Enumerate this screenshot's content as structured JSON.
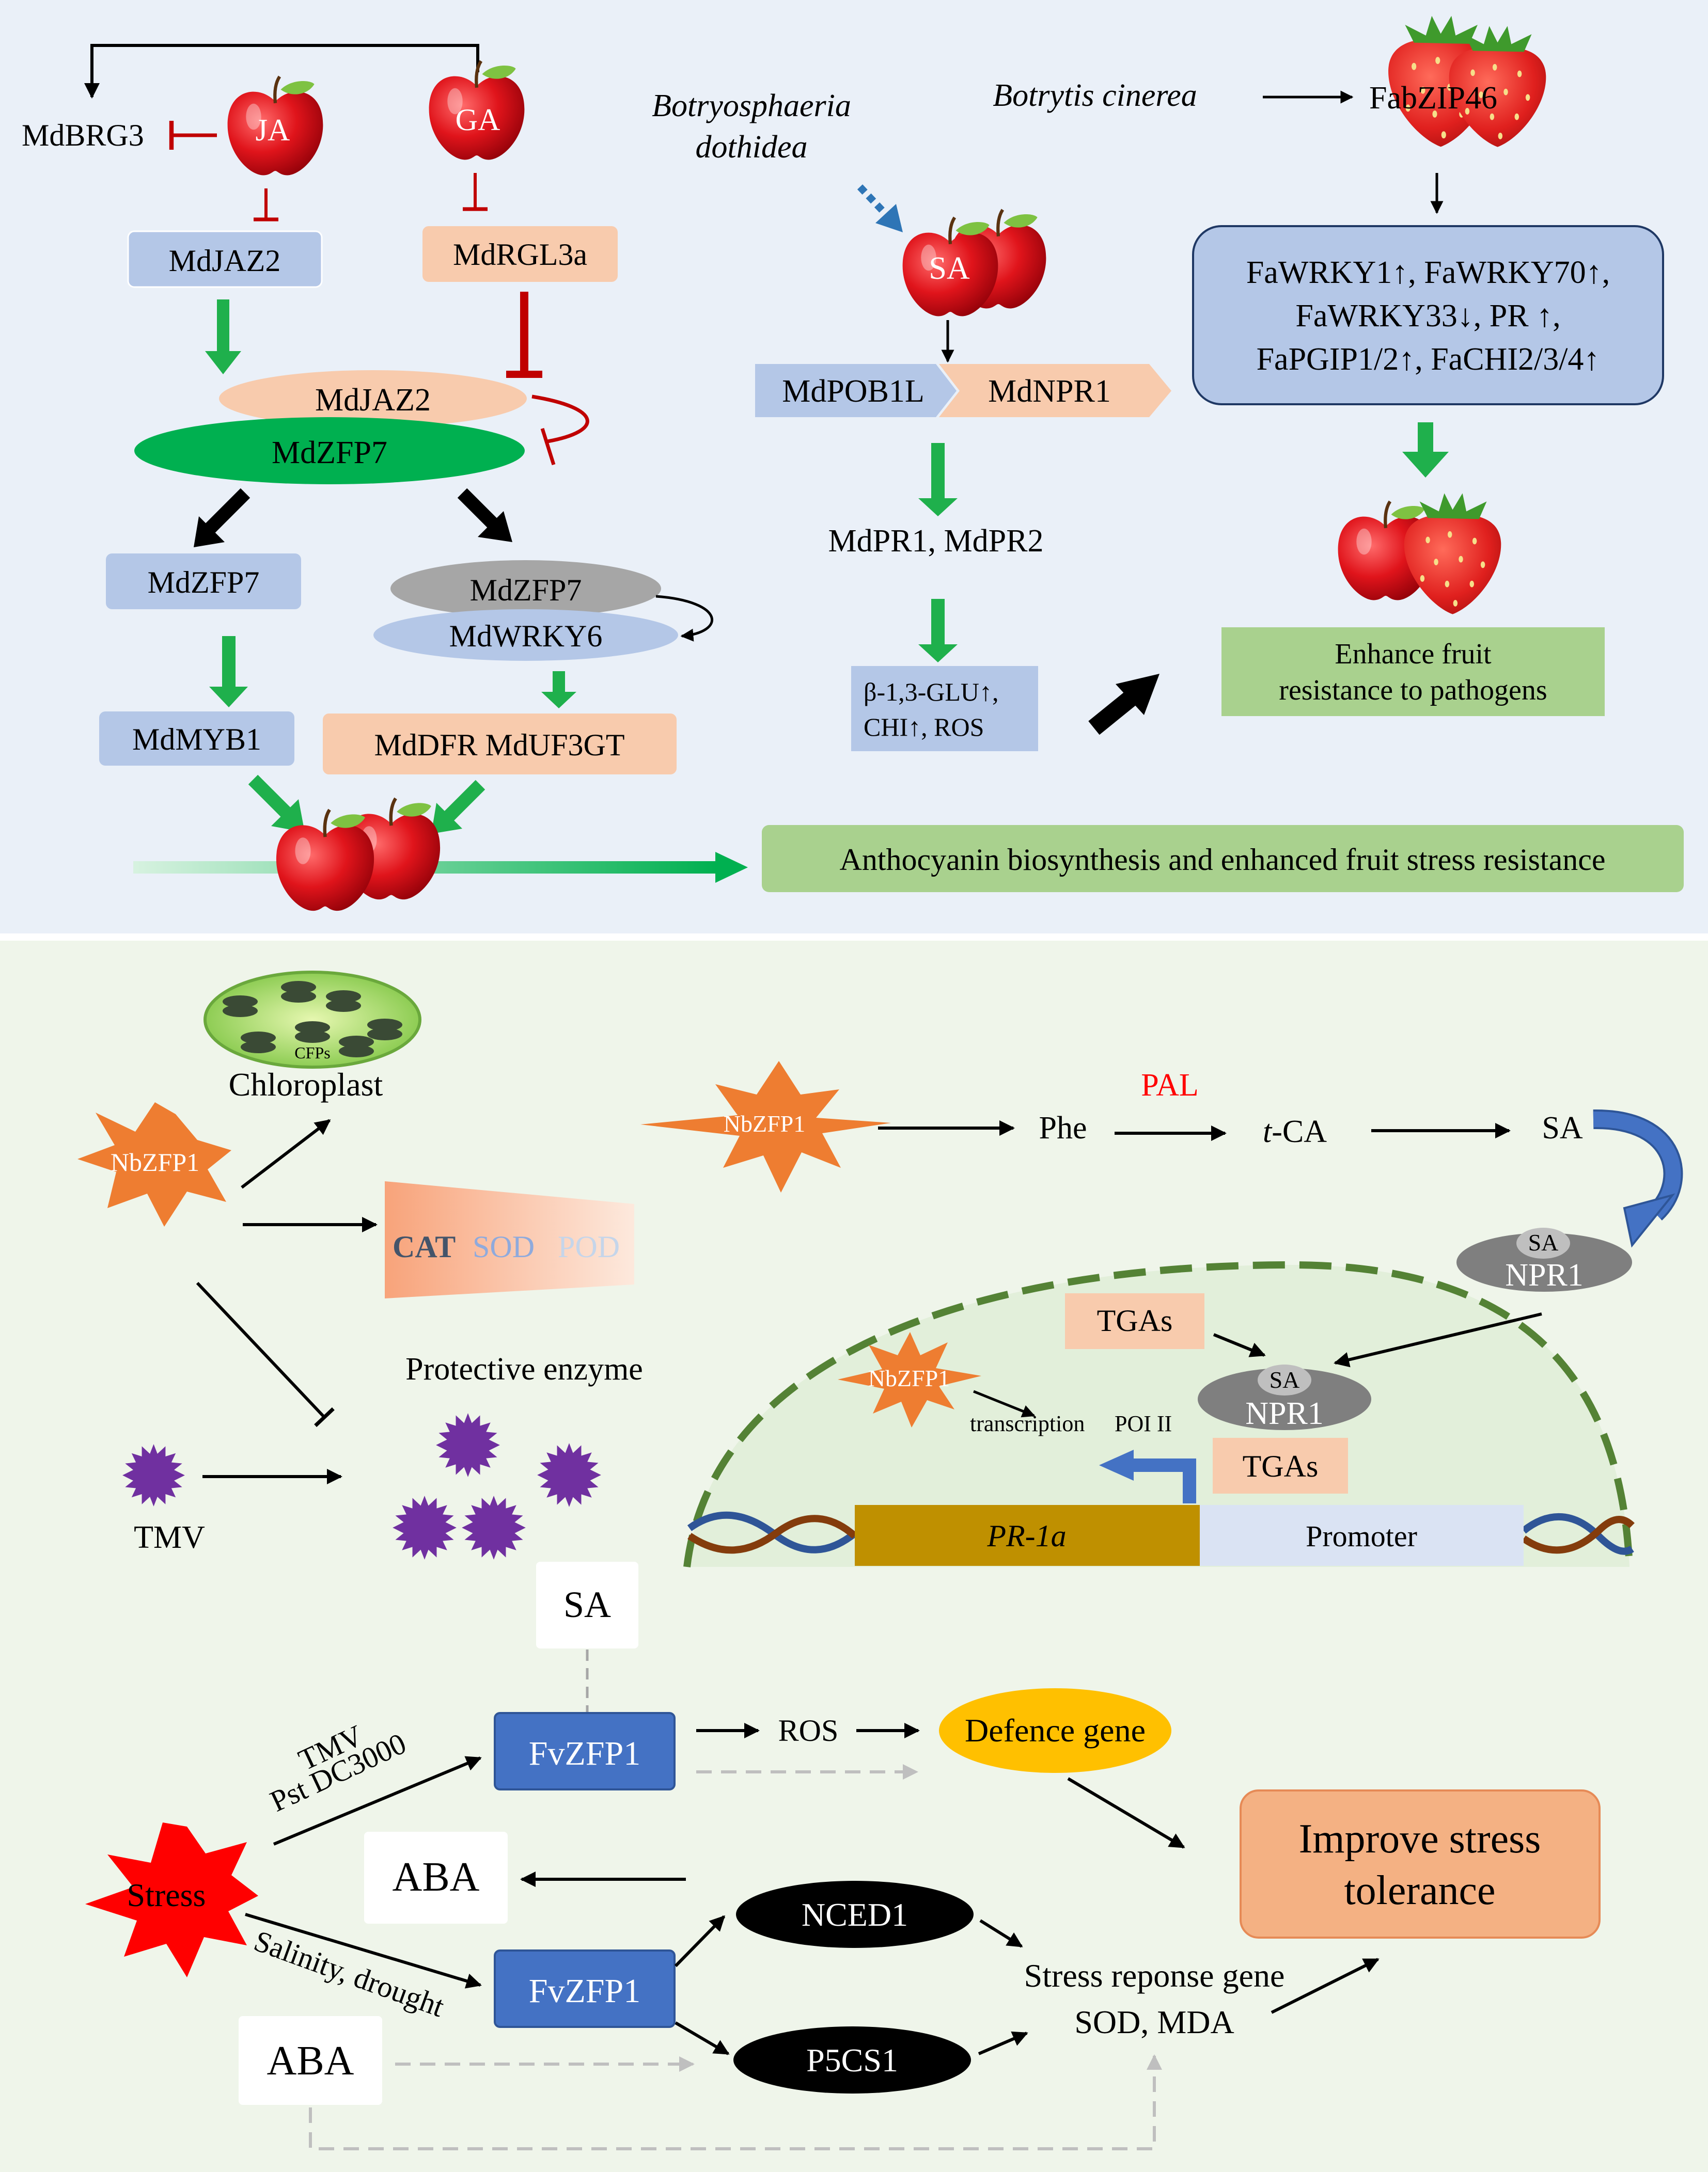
{
  "panel_top": {
    "labels": {
      "mdbrg3": "MdBRG3",
      "ja": "JA",
      "ga": "GA",
      "mdjaz2_box": "MdJAZ2",
      "mdrgl3a": "MdRGL3a",
      "mdjaz2_oval": "MdJAZ2",
      "mdzfp7_oval": "MdZFP7",
      "mdzfp7_box": "MdZFP7",
      "mdzfp7_grey": "MdZFP7",
      "mdwrky6": "MdWRKY6",
      "mdmyb1": "MdMYB1",
      "mddfr": "MdDFR MdUF3GT",
      "anthocyanin": "Anthocyanin biosynthesis and enhanced fruit stress resistance",
      "botryosphaeria_1": "Botryosphaeria",
      "botryosphaeria_2": "dothidea",
      "botrytis": "Botrytis cinerea",
      "fabzip46": "FabZIP46",
      "sa": "SA",
      "mdpob1l": "MdPOB1L",
      "mdnpr1": "MdNPR1",
      "mdpr": "MdPR1, MdPR2",
      "glu_1": "β-1,3-GLU↑,",
      "glu_2": "CHI↑, ROS",
      "fawrky_1": "FaWRKY1↑, FaWRKY70↑,",
      "fawrky_2": "FaWRKY33↓, PR ↑,",
      "fawrky_3": "FaPGIP1/2↑, FaCHI2/3/4↑",
      "enhance_1": "Enhance fruit",
      "enhance_2": "resistance to pathogens"
    },
    "colors": {
      "background": "#eaf0f8",
      "blue_box": "#b4c7e7",
      "salmon_box": "#f8cbad",
      "green_oval": "#00b050",
      "green_arrow": "#1fb04c",
      "inhibit_red": "#c00000",
      "result_green": "#a9d18e"
    }
  },
  "panel_mid": {
    "labels": {
      "cfps": "CFPs",
      "chloroplast": "Chloroplast",
      "nbzfp1_left": "NbZFP1",
      "cat": "CAT",
      "sod": "SOD",
      "pod": "POD",
      "protective": "Protective enzyme",
      "tmv": "TMV",
      "nbzfp1_top": "NbZFP1",
      "phe": "Phe",
      "pal": "PAL",
      "tca_t": "t",
      "tca_rest": "-CA",
      "sa_path": "SA",
      "sa_npr1_top": "SA",
      "npr1_top": "NPR1",
      "tgas_top": "TGAs",
      "nbzfp1_nuc": "NbZFP1",
      "transcription": "transcription",
      "poi": "POI II",
      "sa_npr1_bottom": "SA",
      "npr1_bottom": "NPR1",
      "tgas_bottom": "TGAs",
      "pr1a": "PR-1a",
      "promoter": "Promoter"
    },
    "colors": {
      "background": "#eff5ea",
      "burst_orange": "#ee7d31",
      "tmv_purple": "#7030a0",
      "pal_red": "#ff0000",
      "nucleus_border": "#548235",
      "pr1a_gold": "#bf9000",
      "promoter_blue": "#dae3f3"
    }
  },
  "panel_bottom": {
    "labels": {
      "sa": "SA",
      "tmv": "TMV",
      "pst": "Pst DC3000",
      "fvzfp1_top": "FvZFP1",
      "ros": "ROS",
      "defence": "Defence gene",
      "improve_1": "Improve stress",
      "improve_2": "tolerance",
      "stress": "Stress",
      "aba_top": "ABA",
      "salinity": "Salinity, drought",
      "fvzfp1_bottom": "FvZFP1",
      "nced1": "NCED1",
      "p5cs1": "P5CS1",
      "response_1": "Stress reponse gene",
      "response_2": "SOD, MDA",
      "aba_bottom": "ABA"
    },
    "colors": {
      "fvzfp1_blue": "#4472c4",
      "defence_yellow": "#ffc000",
      "improve_salmon": "#f4b183",
      "stress_red": "#ff0000"
    }
  }
}
